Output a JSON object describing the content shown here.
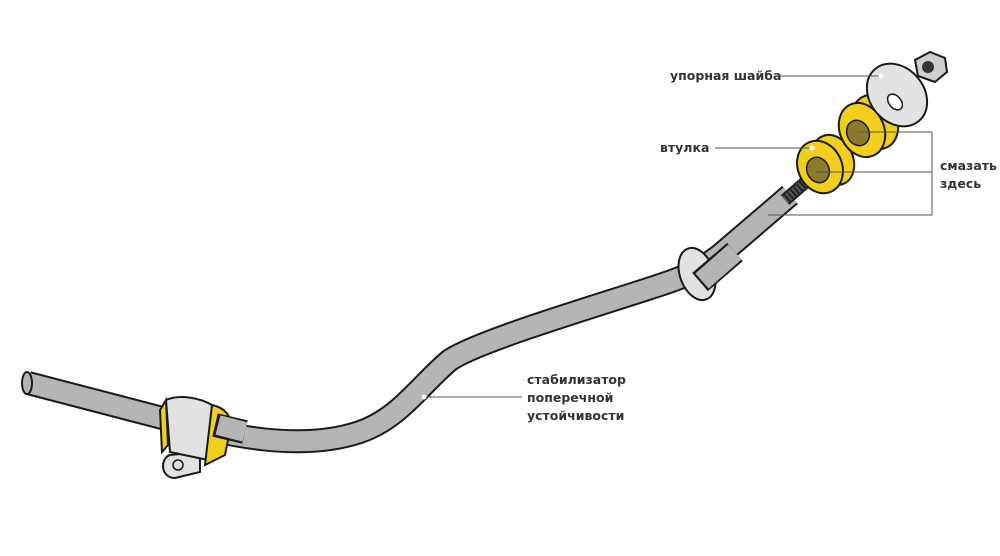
{
  "labels": {
    "thrust_washer": "упорная шайба",
    "bushing": "втулка",
    "lubricate": [
      "смазать",
      "здесь"
    ],
    "stabilizer": [
      "стабилизатор",
      "поперечной",
      "устойчивости"
    ]
  },
  "colors": {
    "bar": "#b5b5b5",
    "bushing": "#f2cf1a",
    "bushing_core": "#8a7a2a",
    "washer": "#e2e2e2",
    "outline": "#1a1a1a",
    "leader": "#555555"
  }
}
